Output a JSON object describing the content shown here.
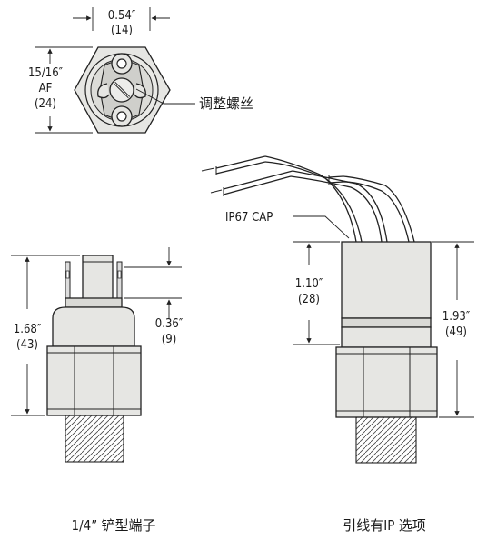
{
  "top_view": {
    "width_in": "0.54″",
    "width_mm": "(14)",
    "af_in": "15/16″",
    "af_label": "AF",
    "af_mm": "(24)",
    "adjust_screw_label": "调整螺丝"
  },
  "left_view": {
    "height_in": "1.68″",
    "height_mm": "(43)",
    "terminal_in": "0.36″",
    "terminal_mm": "(9)",
    "caption": "1/4” 铲型端子"
  },
  "right_view": {
    "cap_label": "IP67 CAP",
    "cap_height_in": "1.10″",
    "cap_height_mm": "(28)",
    "total_height_in": "1.93″",
    "total_height_mm": "(49)",
    "caption": "引线有IP 选项"
  }
}
